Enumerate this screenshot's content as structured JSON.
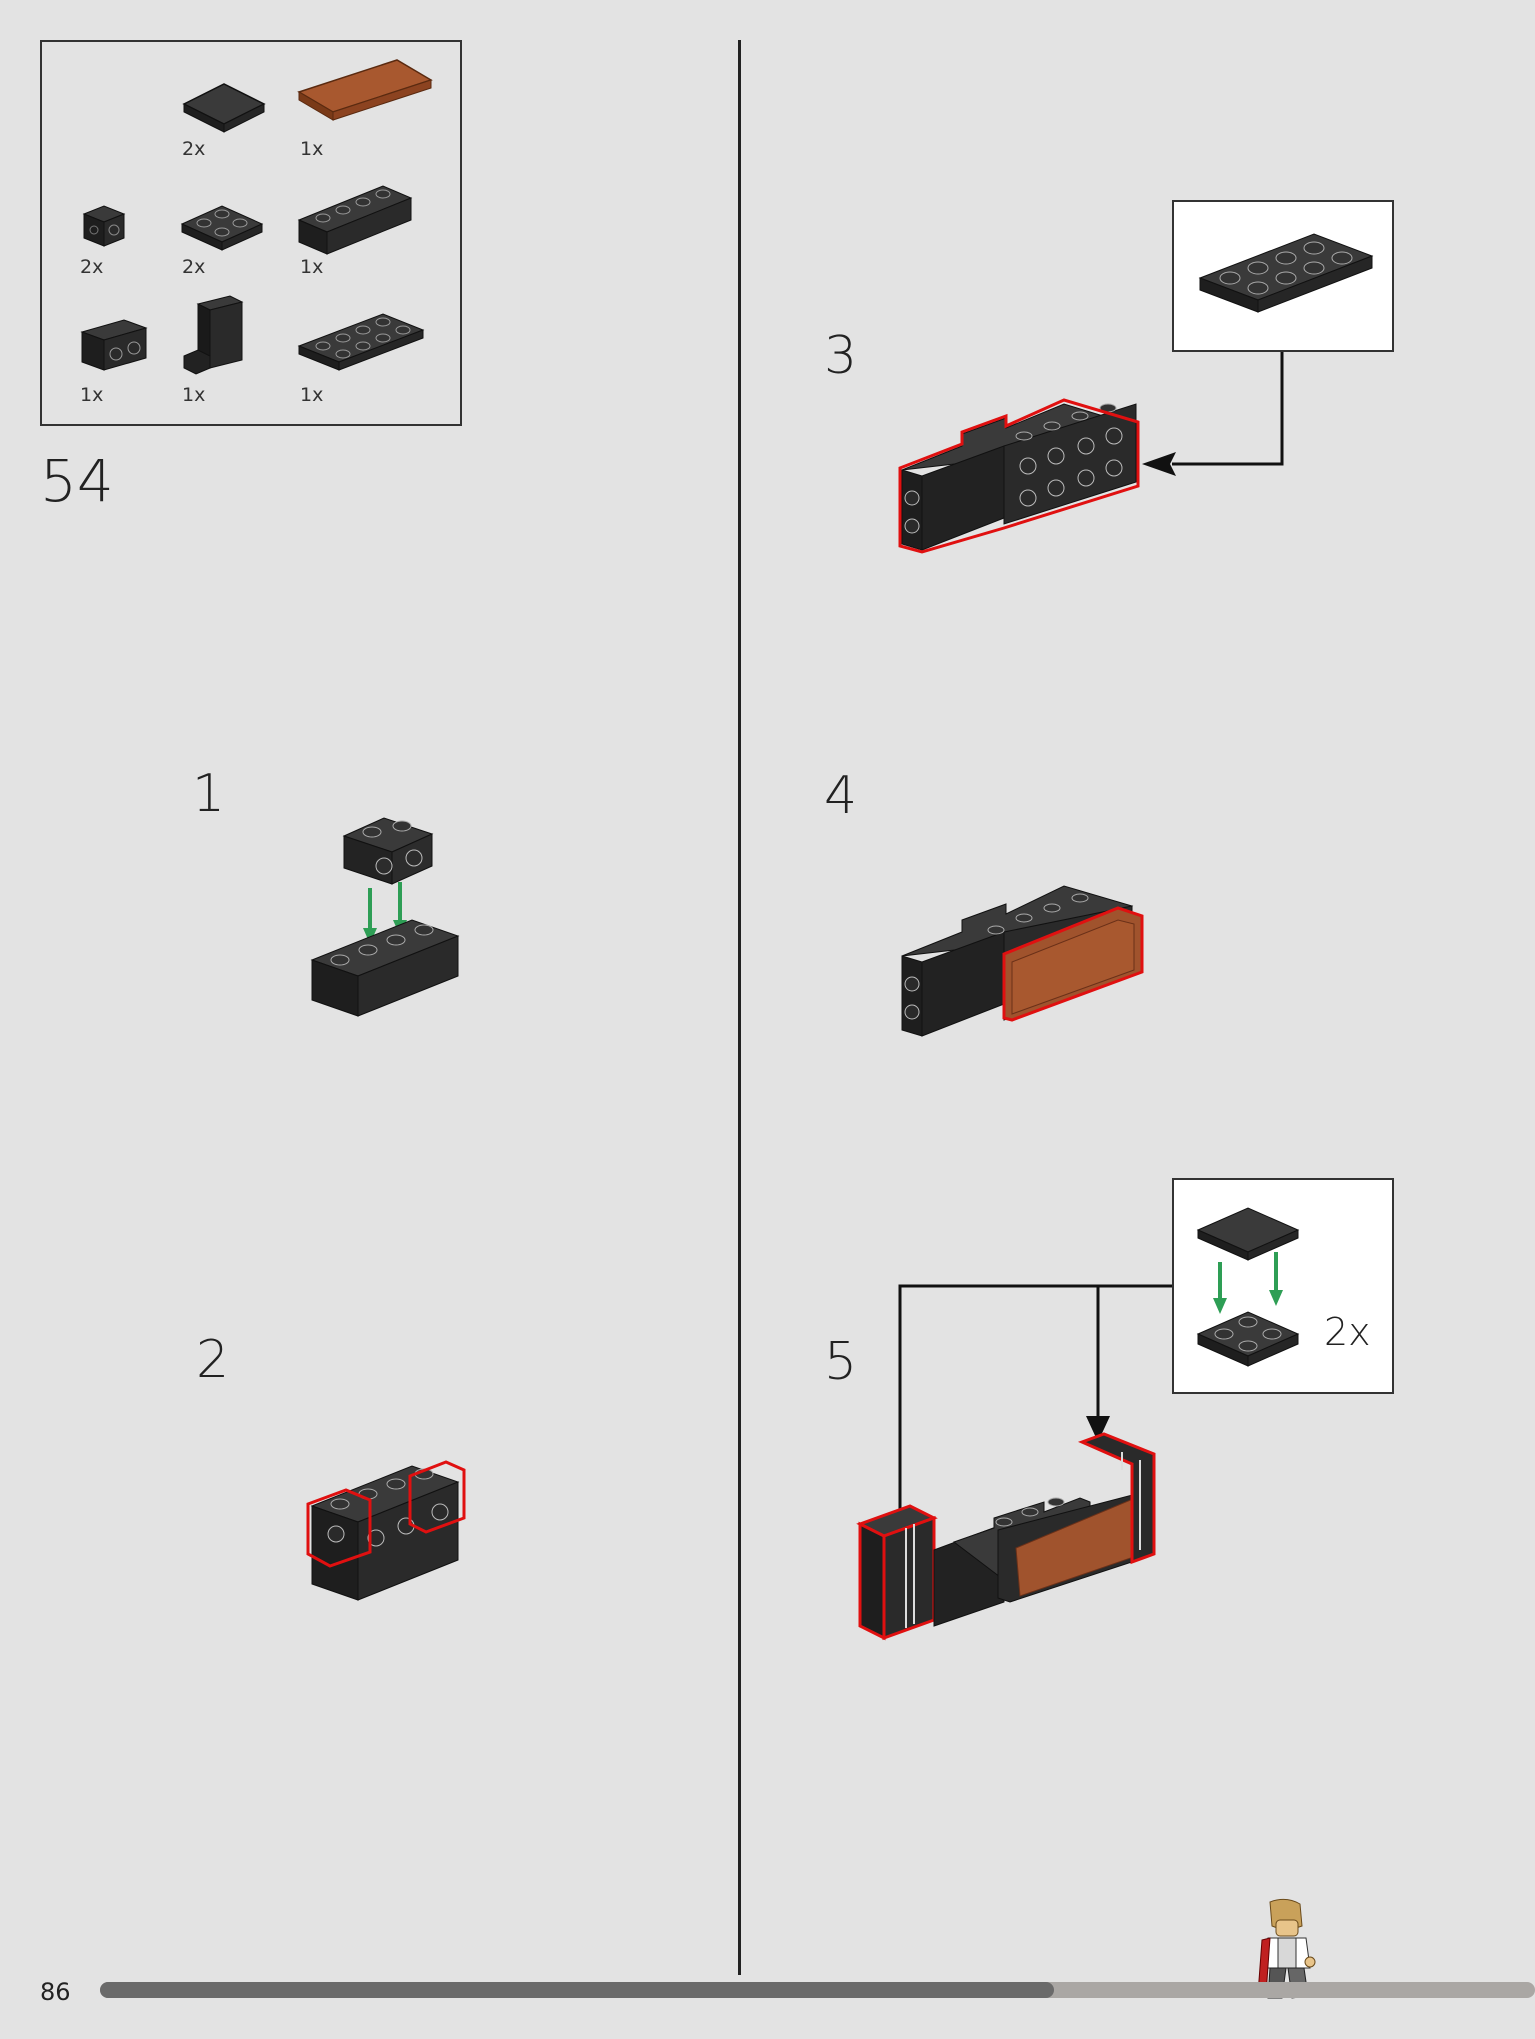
{
  "parts_list": {
    "items": [
      {
        "name": "plate-2x2-black",
        "qty": "2x"
      },
      {
        "name": "tile-2x6-brown",
        "qty": "1x"
      },
      {
        "name": "brick-1x1-studs-side",
        "qty": "2x"
      },
      {
        "name": "plate-2x2-black",
        "qty": "2x"
      },
      {
        "name": "brick-1x4-black",
        "qty": "1x"
      },
      {
        "name": "brick-1x2-studs-side",
        "qty": "1x"
      },
      {
        "name": "panel-1x2x2-black",
        "qty": "1x"
      },
      {
        "name": "plate-2x4-black",
        "qty": "1x"
      }
    ]
  },
  "page_step": "54",
  "steps": [
    {
      "number": "1"
    },
    {
      "number": "2"
    },
    {
      "number": "3"
    },
    {
      "number": "4"
    },
    {
      "number": "5",
      "callout_qty": "2x"
    }
  ],
  "footer": {
    "page_number": "86",
    "progress": 0.665
  },
  "colors": {
    "brick_black": "#2b2b2b",
    "brick_brown": "#a0532d",
    "highlight_red": "#e01010",
    "arrow_green": "#2e9e55",
    "background": "#e3e3e3"
  }
}
